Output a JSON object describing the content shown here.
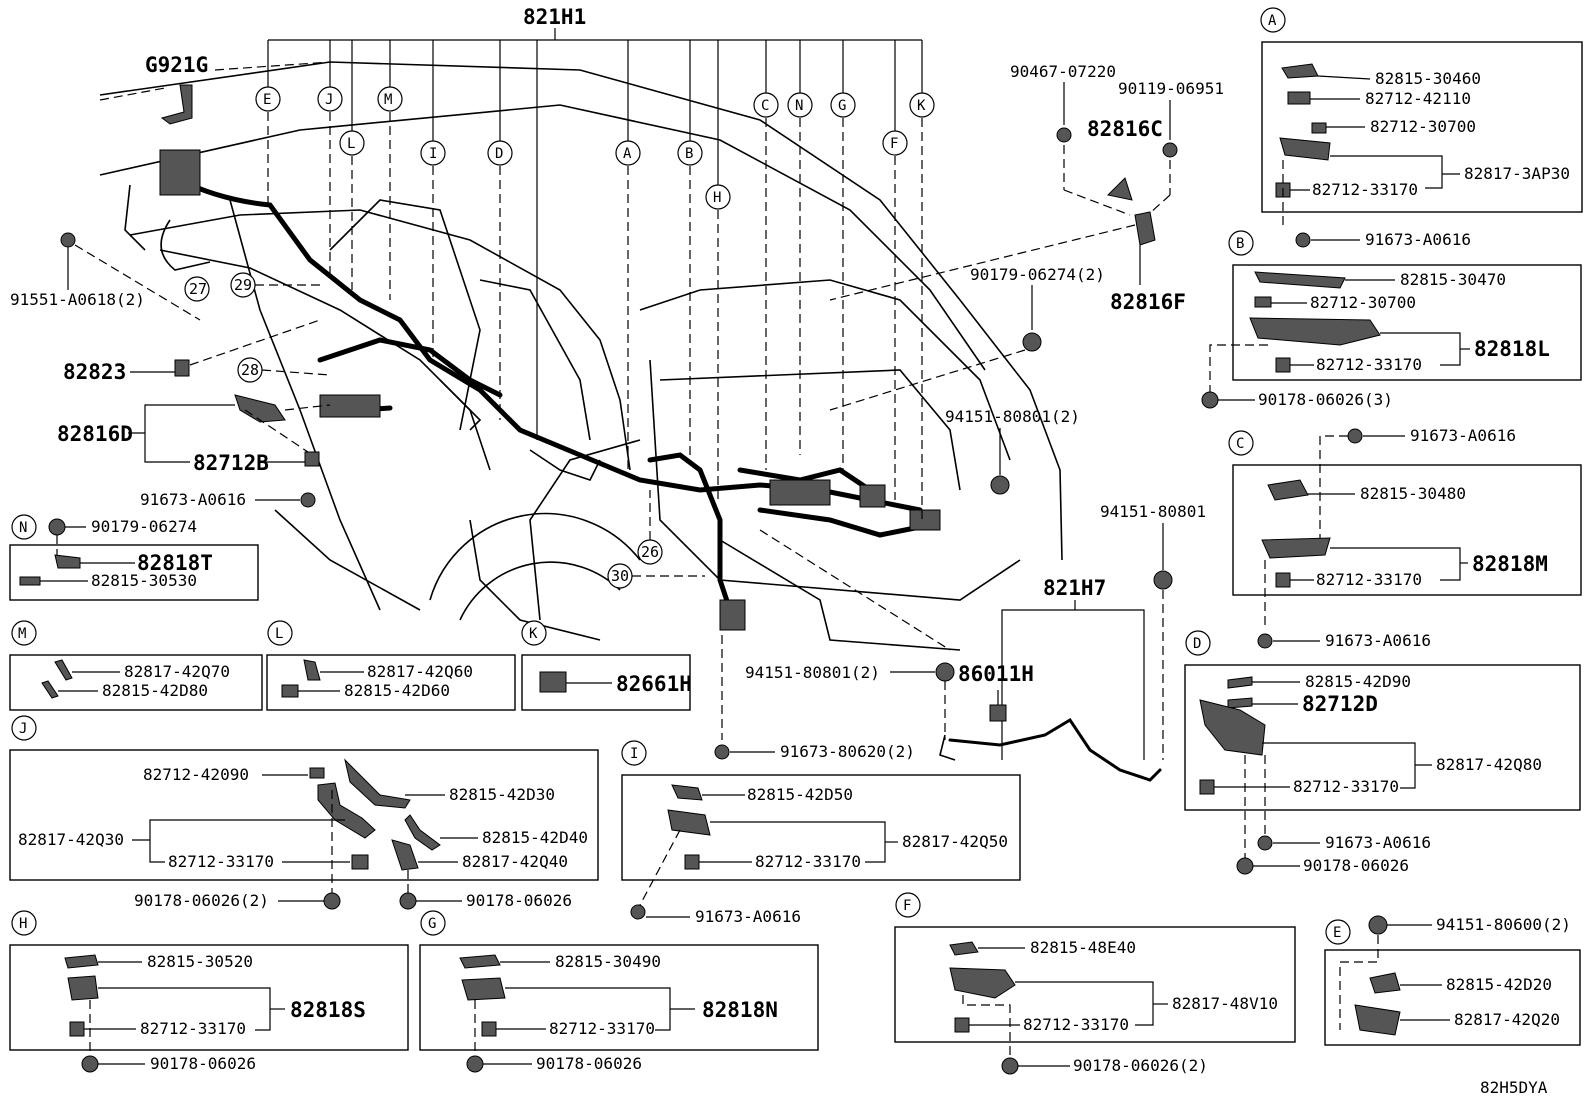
{
  "diagram_code": "82H5DYA",
  "main_labels": {
    "harness_main": "821H1",
    "g921g": "G921G",
    "p82823": "82823",
    "p82816d": "82816D",
    "p82712b": "82712B",
    "p91551": "91551-A0618(2)",
    "p91673_left": "91673-A0616",
    "p82816c": "82816C",
    "p82816f": "82816F",
    "p90467": "90467-07220",
    "p90119": "90119-06951",
    "p90179_274_2": "90179-06274(2)",
    "p94151_2_top": "94151-80801(2)",
    "p94151_right": "94151-80801",
    "harness_h7": "821H7",
    "p86011h": "86011H",
    "p94151_2_mid": "94151-80801(2)",
    "p91673_80620": "91673-80620(2)"
  },
  "callout_letters": [
    "E",
    "J",
    "M",
    "L",
    "I",
    "D",
    "A",
    "B",
    "H",
    "C",
    "N",
    "G",
    "F",
    "K"
  ],
  "ref_numbers": [
    "27",
    "29",
    "28",
    "26",
    "30"
  ],
  "box_a": {
    "letter": "A",
    "p1": "82815-30460",
    "p2": "82712-42110",
    "p3": "82712-30700",
    "p4": "82712-33170",
    "assy": "82817-3AP30",
    "bolt": "91673-A0616"
  },
  "box_b": {
    "letter": "B",
    "p1": "82815-30470",
    "p2": "82712-30700",
    "p3": "82712-33170",
    "assy": "82818L",
    "nut": "90178-06026(3)"
  },
  "box_c": {
    "letter": "C",
    "bolt_top": "91673-A0616",
    "p1": "82815-30480",
    "p2": "82712-33170",
    "assy": "82818M",
    "bolt": "91673-A0616"
  },
  "box_d": {
    "letter": "D",
    "p1": "82815-42D90",
    "p2": "82712D",
    "p3": "82712-33170",
    "assy": "82817-42Q80",
    "bolt": "91673-A0616",
    "nut": "90178-06026"
  },
  "box_e": {
    "letter": "E",
    "clip": "94151-80600(2)",
    "p1": "82815-42D20",
    "assy": "82817-42Q20"
  },
  "box_f": {
    "letter": "F",
    "p1": "82815-48E40",
    "p2": "82712-33170",
    "assy": "82817-48V10",
    "nut": "90178-06026(2)"
  },
  "box_g": {
    "letter": "G",
    "p1": "82815-30490",
    "p2": "82712-33170",
    "assy": "82818N",
    "nut": "90178-06026"
  },
  "box_h": {
    "letter": "H",
    "p1": "82815-30520",
    "p2": "82712-33170",
    "assy": "82818S",
    "nut": "90178-06026"
  },
  "box_i": {
    "letter": "I",
    "p1": "82815-42D50",
    "p2": "82712-33170",
    "assy": "82817-42Q50",
    "bolt": "91673-A0616"
  },
  "box_j": {
    "letter": "J",
    "p1": "82712-42090",
    "p2": "82815-42D30",
    "assy1": "82817-42Q30",
    "p3": "82712-33170",
    "p4": "82815-42D40",
    "p5": "82817-42Q40",
    "nut1": "90178-06026(2)",
    "nut2": "90178-06026"
  },
  "box_k": {
    "letter": "K",
    "p1": "82661H"
  },
  "box_l": {
    "letter": "L",
    "p1": "82817-42Q60",
    "p2": "82815-42D60"
  },
  "box_m": {
    "letter": "M",
    "p1": "82817-42Q70",
    "p2": "82815-42D80"
  },
  "box_n": {
    "letter": "N",
    "clip": "90179-06274",
    "p1": "82818T",
    "p2": "82815-30530"
  }
}
